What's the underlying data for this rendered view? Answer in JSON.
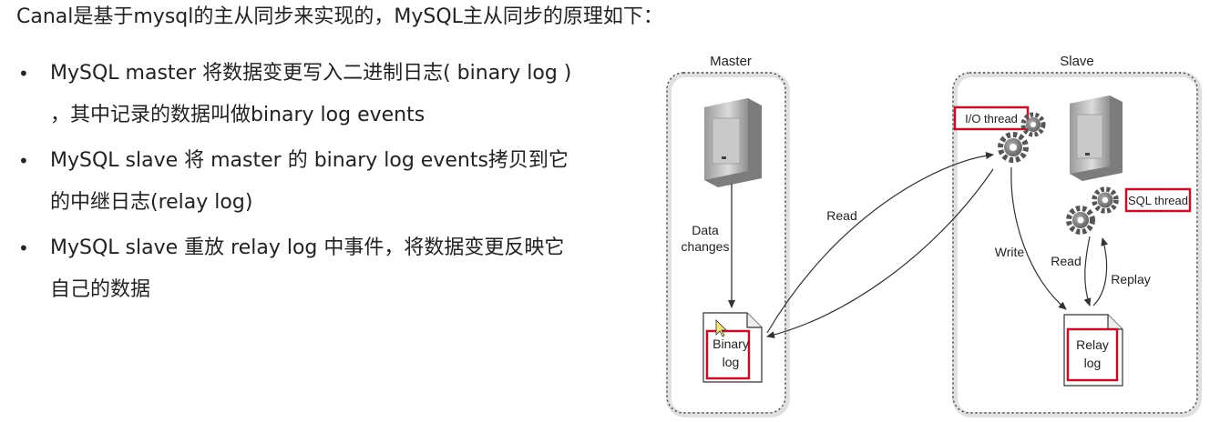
{
  "heading": "Canal是基于mysql的主从同步来实现的，MySQL主从同步的原理如下：",
  "bullets": [
    {
      "line1": "MySQL master 将数据变更写入二进制日志( binary log )",
      "line2": "，其中记录的数据叫做binary log events"
    },
    {
      "line1": "MySQL slave 将 master 的 binary log events拷贝到它",
      "line2": "的中继日志(relay log)"
    },
    {
      "line1": "MySQL slave 重放 relay log 中事件，将数据变更反映它",
      "line2": "自己的数据"
    }
  ],
  "diagram": {
    "master_title": "Master",
    "slave_title": "Slave",
    "data_changes_line1": "Data",
    "data_changes_line2": "changes",
    "binary_log_line1": "Binary",
    "binary_log_line2": "log",
    "read_label": "Read",
    "io_thread_label": "I/O thread",
    "sql_thread_label": "SQL thread",
    "write_label": "Write",
    "relay_read_label": "Read",
    "replay_label": "Replay",
    "relay_log_line1": "Relay",
    "relay_log_line2": "log",
    "highlight_color": "#c0102a"
  }
}
